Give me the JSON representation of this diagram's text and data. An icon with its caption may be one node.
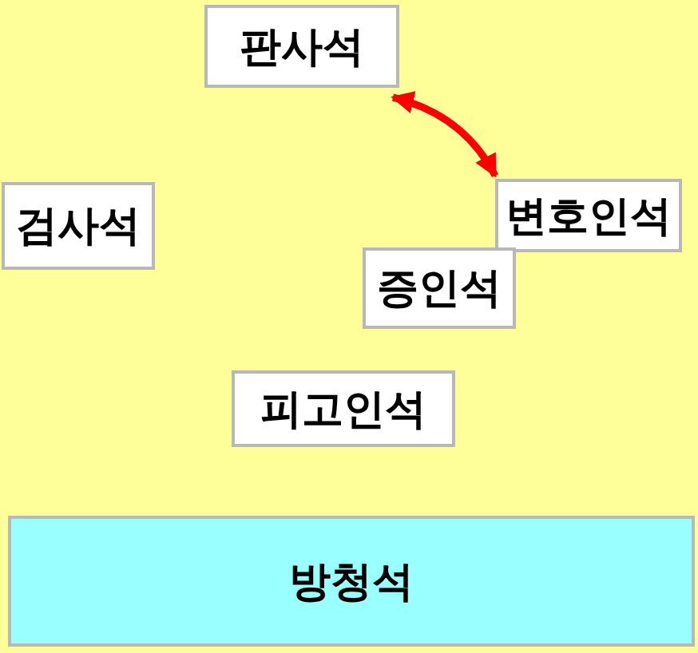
{
  "diagram": {
    "nodes": [
      {
        "text": [
          "판사석"
        ]
      },
      {
        "text": [
          "검사석"
        ]
      },
      {
        "text": [
          "변호인석"
        ]
      },
      {
        "text": [
          "증인석"
        ]
      },
      {
        "text": [
          "피고인석"
        ]
      },
      {
        "text": [
          "방청석"
        ]
      }
    ],
    "edges": [
      {
        "from": 0,
        "to": 2,
        "arrow": "both",
        "color": "#ff0000"
      }
    ]
  }
}
